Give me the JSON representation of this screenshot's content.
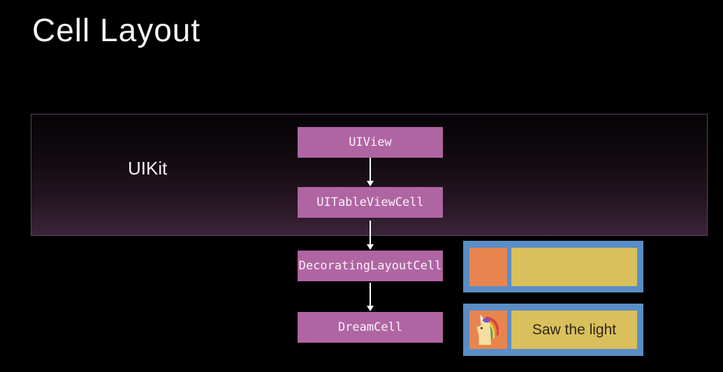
{
  "slide": {
    "title": "Cell Layout"
  },
  "diagram": {
    "region_label": "UIKit",
    "nodes": [
      {
        "label": "UIView"
      },
      {
        "label": "UITableViewCell"
      },
      {
        "label": "DecoratingLayoutCell"
      },
      {
        "label": "DreamCell"
      }
    ],
    "arrows": [
      {
        "from": "UIView",
        "to": "UITableViewCell"
      },
      {
        "from": "UITableViewCell",
        "to": "DecoratingLayoutCell"
      },
      {
        "from": "DecoratingLayoutCell",
        "to": "DreamCell"
      }
    ]
  },
  "previews": [
    {
      "decoration": "orange-square",
      "content": ""
    },
    {
      "decoration": "unicorn-icon",
      "content": "Saw the light"
    }
  ],
  "colors": {
    "node-fill": "#b065a3",
    "cell-border-blue": "#5b8dc6",
    "decoration-orange": "#e8854f",
    "content-yellow": "#d9c05c",
    "region-bottom-purple": "#3b2439"
  }
}
